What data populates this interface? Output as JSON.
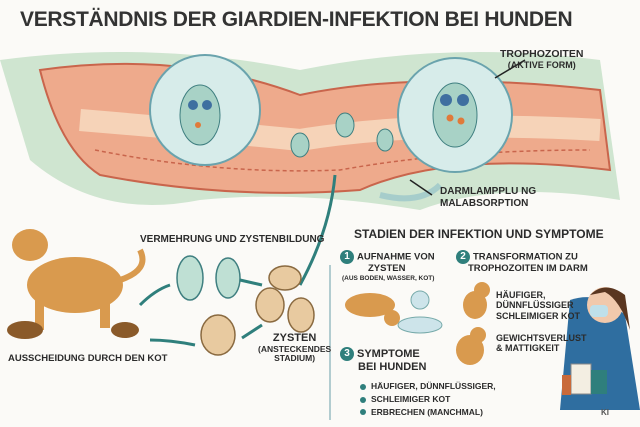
{
  "title": "Verständnis der Giardien-Infektion bei Hunden",
  "labels": {
    "trophozoites": "Trophozoiten",
    "trophozoites_sub": "(Aktive Form)",
    "darm_1": "Darmlampplu ng",
    "darm_2": "Malabsorption",
    "replication": "Vermehrung und Zystenbildung",
    "cysts": "Zysten",
    "cysts_sub_1": "(Ansteckendes",
    "cysts_sub_2": "Stadium)",
    "excretion": "Ausscheidung durch den Kot"
  },
  "stages": {
    "heading": "Stadien der Infektion und Symptome",
    "step1": {
      "number": "1",
      "title_1": "Aufnahme von",
      "title_2": "Zysten",
      "sub": "(aus Boden, Wasser, Kot)"
    },
    "step2": {
      "number": "2",
      "title_1": "Transformation zu",
      "title_2": "Trophozoiten im Darm"
    },
    "step3": {
      "number": "3",
      "title_1": "Symptome",
      "title_2": "bei Hunden"
    },
    "symptom_a": [
      "Häufiger,",
      "dünnflüssiger",
      "schleimiger Kot"
    ],
    "symptom_b": [
      "Gewichtsverlust",
      "& Mattigkeit"
    ],
    "bullets": [
      "Häufiger, dünnflüssiger,",
      "schleimiger Kot",
      "Erbrechen (manchmal)"
    ]
  },
  "watermark": "KI",
  "colors": {
    "teal": "#2f7f7c",
    "intestine": "#e9a184",
    "green": "#9cc8a4",
    "dog": "#d99a4e"
  }
}
